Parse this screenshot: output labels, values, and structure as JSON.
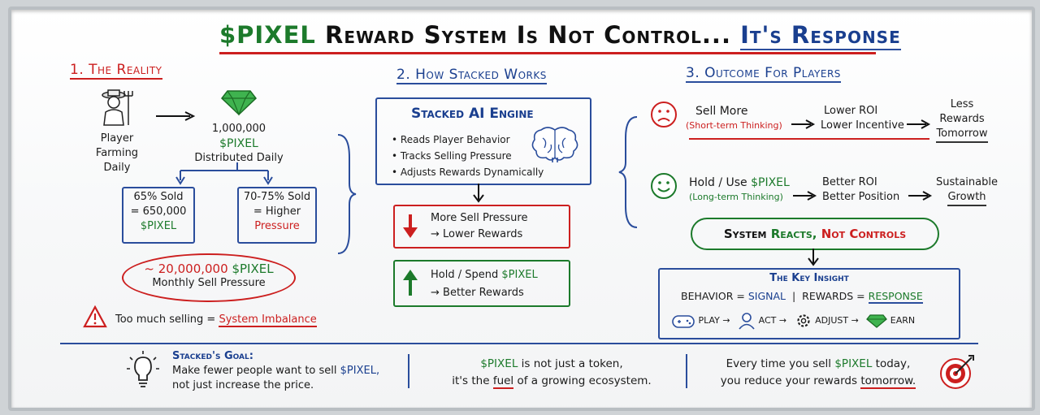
{
  "title": {
    "brand": "$PIXEL",
    "mid": "Reward System Is Not Control...",
    "end": "It's Response"
  },
  "section1": {
    "heading": "1. The Reality",
    "player": [
      "Player",
      "Farming",
      "Daily"
    ],
    "distributed": {
      "amount": "1,000,000",
      "token": "$PIXEL",
      "label": "Distributed Daily"
    },
    "left_box": {
      "l1": "65% Sold",
      "l2": "= 650,000",
      "l3": "$PIXEL"
    },
    "right_box": {
      "l1": "70-75% Sold",
      "l2": "= Higher",
      "l3": "Pressure"
    },
    "monthly": {
      "amount": "~ 20,000,000",
      "token": "$PIXEL",
      "label": "Monthly Sell Pressure"
    },
    "warning": {
      "text": "Too much selling =",
      "emph": "System Imbalance"
    }
  },
  "section2": {
    "heading": "2. How Stacked Works",
    "engine_title": "Stacked AI Engine",
    "engine_items": [
      "Reads Player Behavior",
      "Tracks Selling Pressure",
      "Adjusts Rewards Dynamically"
    ],
    "down_box": {
      "l1": "More Sell Pressure",
      "l2": "→ Lower Rewards"
    },
    "up_box": {
      "l1a": "Hold / Spend",
      "l1b": "$PIXEL",
      "l2": "→ Better Rewards"
    }
  },
  "section3": {
    "heading": "3. Outcome For Players",
    "sell": {
      "l1": "Sell More",
      "l2": "(Short-term Thinking)",
      "mid1": "Lower ROI",
      "mid2": "Lower Incentive",
      "end1": "Less",
      "end2": "Rewards",
      "end3": "Tomorrow"
    },
    "hold": {
      "l1a": "Hold / Use",
      "l1b": "$PIXEL",
      "l2": "(Long-term Thinking)",
      "mid1": "Better ROI",
      "mid2": "Better Position",
      "end1": "Sustainable",
      "end2": "Growth"
    },
    "reacts": {
      "a": "System",
      "b": "Reacts,",
      "c": "Not Controls"
    },
    "insight": {
      "title": "The Key Insight",
      "behavior": "BEHAVIOR =",
      "signal": "SIGNAL",
      "sep": "|",
      "rewards": "REWARDS =",
      "response": "RESPONSE",
      "steps": [
        "PLAY",
        "ACT",
        "ADJUST",
        "EARN"
      ]
    }
  },
  "footer": {
    "goal_title": "Stacked's Goal:",
    "goal_l1a": "Make fewer people want to sell",
    "goal_l1b": "$PIXEL,",
    "goal_l2": "not just increase the price.",
    "mid_l1a": "$PIXEL",
    "mid_l1b": "is not just a token,",
    "mid_l2a": "it's the",
    "mid_l2b": "fuel",
    "mid_l2c": "of a growing ecosystem.",
    "right_l1a": "Every time you sell",
    "right_l1b": "$PIXEL",
    "right_l1c": "today,",
    "right_l2a": "you reduce your rewards",
    "right_l2b": "tomorrow."
  },
  "colors": {
    "blue": "#1a3f8f",
    "red": "#cc1f1f",
    "green": "#1c7a2b"
  }
}
